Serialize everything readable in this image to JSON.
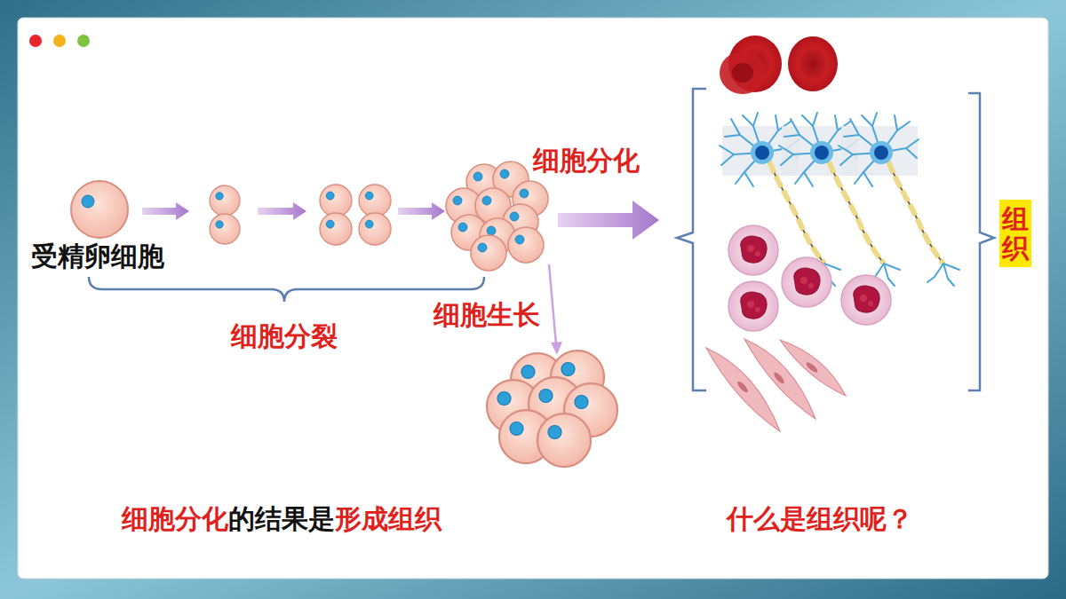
{
  "diagram": {
    "nodes": [
      {
        "text": [
          "组织"
        ]
      }
    ],
    "labels": [
      "受精卵细胞",
      "细胞分裂",
      "细胞生长",
      "细胞分化",
      "细胞分化",
      "的结果是",
      "形成组织",
      "什么是组织呢？"
    ]
  }
}
